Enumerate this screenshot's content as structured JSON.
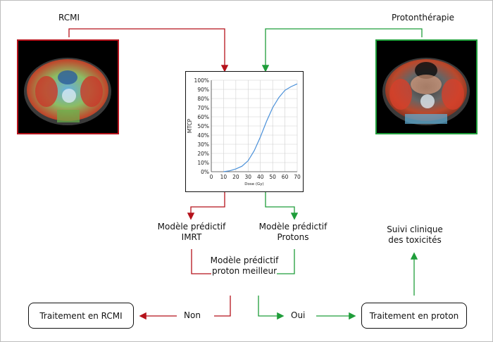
{
  "labels": {
    "rcmi": "RCMI",
    "proton": "Protonthérapie",
    "model_imrt_1": "Modèle prédictif",
    "model_imrt_2": "IMRT",
    "model_protons_1": "Modèle prédictif",
    "model_protons_2": "Protons",
    "model_better_1": "Modèle prédictif",
    "model_better_2": "proton meilleur",
    "suivi_1": "Suivi clinique",
    "suivi_2": "des toxicités",
    "non": "Non",
    "oui": "Oui"
  },
  "boxes": {
    "traitement_rcmi": "Traitement en RCMI",
    "traitement_proton": "Traitement en proton"
  },
  "colors": {
    "red_arrow": "#b5121b",
    "green_arrow": "#1f9d3a",
    "curve": "#4a90d9",
    "grid": "#cfcfcf"
  },
  "chart_data": {
    "type": "line",
    "xlabel": "Dose (Gy)",
    "ylabel": "MTCP",
    "xlim": [
      0,
      70
    ],
    "ylim": [
      0,
      100
    ],
    "x_ticks": [
      0,
      10,
      20,
      30,
      40,
      50,
      60,
      70
    ],
    "y_ticks": [
      "0%",
      "10%",
      "20%",
      "30%",
      "40%",
      "50%",
      "60%",
      "70%",
      "80%",
      "90%",
      "100%"
    ],
    "grid": true,
    "series": [
      {
        "x": [
          10,
          15,
          20,
          25,
          30,
          35,
          40,
          45,
          50,
          55,
          60,
          65,
          70
        ],
        "values": [
          0,
          1,
          3,
          6,
          12,
          23,
          38,
          55,
          70,
          81,
          89,
          93,
          96
        ]
      }
    ]
  }
}
